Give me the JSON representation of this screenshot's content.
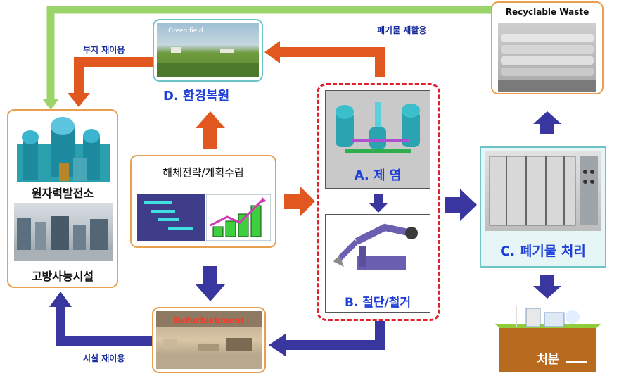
{
  "nodes": {
    "plant": {
      "title": "원자력발전소",
      "subtitle": "고방사능시설"
    },
    "plan": {
      "title": "해체전략/계획수립"
    },
    "restore": {
      "title": "D. 환경복원",
      "photo_label": "Green field"
    },
    "decon": {
      "title": "A. 제 염"
    },
    "cut": {
      "title": "B. 절단/철거"
    },
    "waste_treat": {
      "title": "C. 폐기물 처리"
    },
    "recyclable": {
      "title": "Recyclable Waste"
    },
    "refurb": {
      "photo_label": "Refurbishment"
    },
    "disposal": {
      "title": "처분"
    }
  },
  "edge_labels": {
    "site_reuse": "부지 재이용",
    "waste_recycle": "폐기물 재활용",
    "facility_reuse": "시설 재이용"
  },
  "colors": {
    "orange_arrow": "#e0571f",
    "blue_arrow": "#3a36a0",
    "green_line": "#9bd46a",
    "box_orange": "#e8a050",
    "box_teal": "#6cc4c4",
    "dashed_red": "#e0202a",
    "title_blue": "#1e3fd8"
  }
}
